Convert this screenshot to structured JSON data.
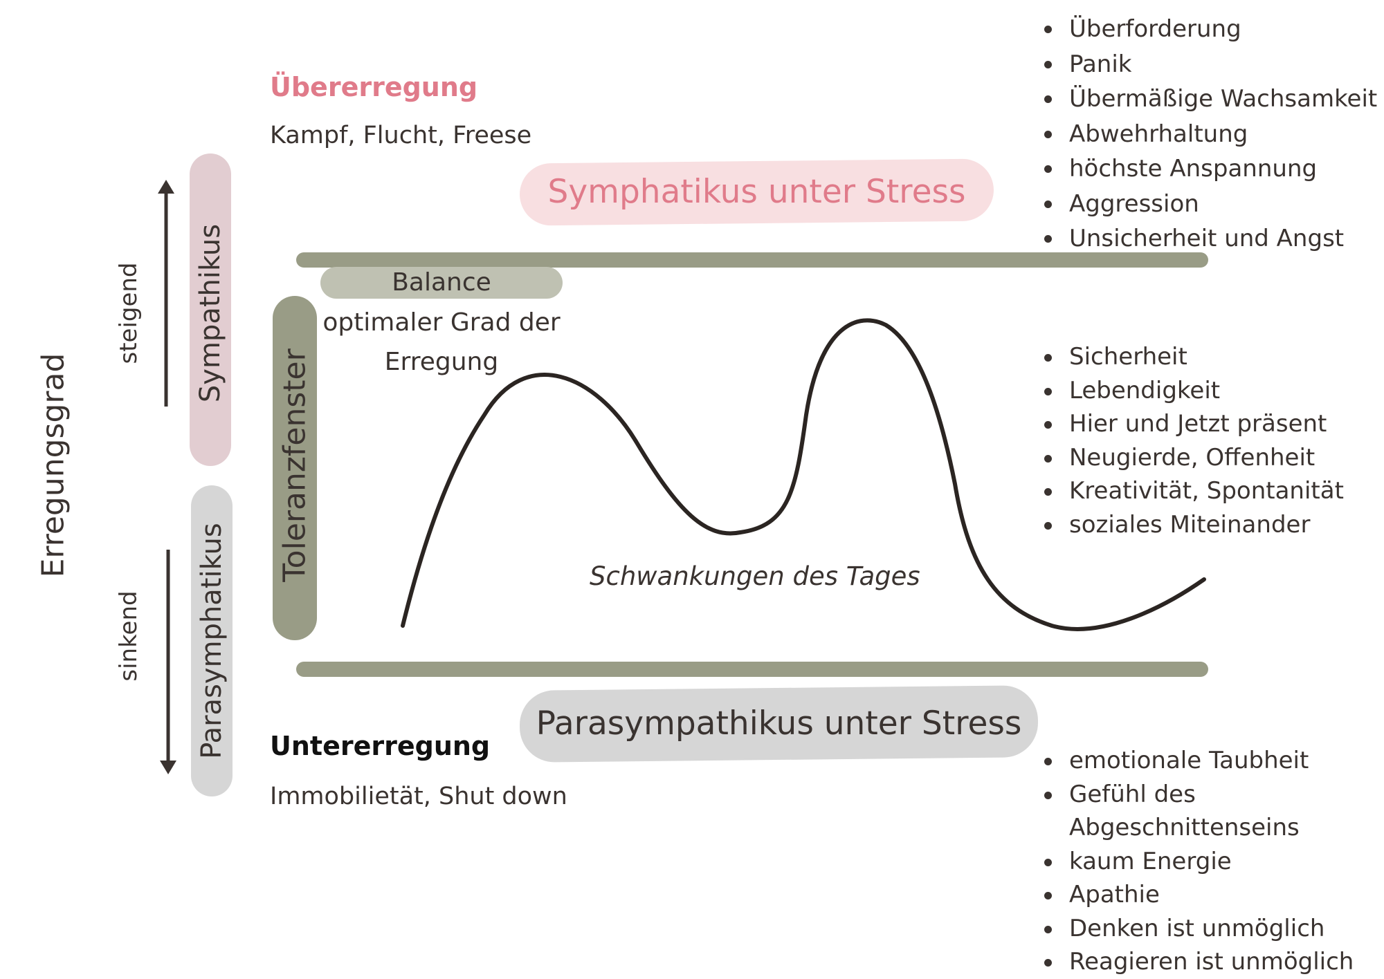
{
  "axis": {
    "title": "Erregungsgrad",
    "up_label": "steigend",
    "down_label": "sinkend"
  },
  "nervous_system": {
    "sympathetic": "Sympathikus",
    "parasympathetic": "Parasymphatikus"
  },
  "tolerance_window": {
    "label": "Toleranzfenster",
    "balance_label": "Balance",
    "balance_desc": "optimaler Grad der Erregung"
  },
  "upper_zone": {
    "title": "Übererregung",
    "subtitle": "Kampf, Flucht, Freese",
    "stress_label": "Symphatikus unter Stress"
  },
  "lower_zone": {
    "title": "Untererregung",
    "subtitle": "Immobilietät, Shut down",
    "stress_label": "Parasympathikus unter Stress"
  },
  "curve_label": "Schwankungen des Tages",
  "lists": {
    "upper": [
      "Überforderung",
      "Panik",
      "Übermäßige Wachsamkeit",
      "Abwehrhaltung",
      "höchste Anspannung",
      "Aggression",
      "Unsicherheit und Angst"
    ],
    "middle": [
      "Sicherheit",
      "Lebendigkeit",
      "Hier und Jetzt präsent",
      "Neugierde, Offenheit",
      "Kreativität, Spontanität",
      "soziales Miteinander"
    ],
    "lower": [
      "emotionale Taubheit",
      "Gefühl des",
      "Abgeschnittenseins",
      "kaum Energie",
      "Apathie",
      "Denken ist unmöglich",
      "Reagieren ist unmöglich"
    ]
  },
  "colors": {
    "pink_text": "#e07b8a",
    "pink_bg": "#f8dfe1",
    "mauve": "#e2cdd1",
    "olive": "#999c86",
    "sage": "#bfc1b2",
    "grey": "#d6d6d6",
    "dark": "#3a3330"
  }
}
